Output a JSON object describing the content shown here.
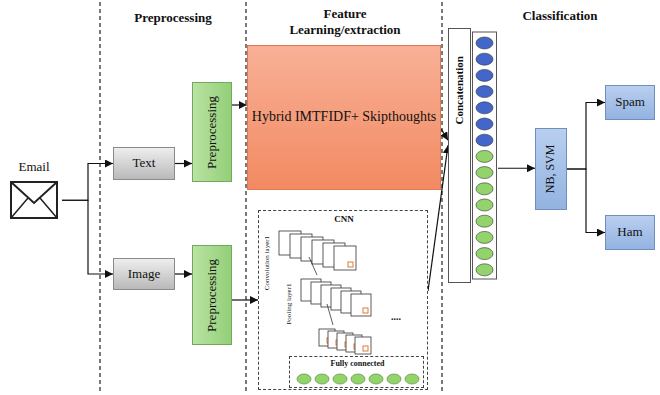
{
  "diagram": {
    "nodes": [
      {
        "text": [
          "Email"
        ]
      },
      {
        "text": [
          "Text"
        ]
      },
      {
        "text": [
          "Preprocessing"
        ]
      },
      {
        "text": [
          "Hybrid IMTFIDF+ Skipthoughts"
        ]
      },
      {
        "text": [
          "Image"
        ]
      },
      {
        "text": [
          "Preprocessing"
        ]
      },
      {
        "text": [
          "CNN",
          "Convolution layer1",
          "Pooling layer1",
          "...."
        ]
      },
      {
        "text": [
          "Fully connected"
        ],
        "in": 6
      },
      {
        "text": [
          "Concatenation"
        ]
      },
      {
        "text": [
          "NB, SVM"
        ]
      },
      {
        "text": [
          "Spam"
        ]
      },
      {
        "text": [
          "Ham"
        ]
      }
    ],
    "edges": [
      {
        "from": 0,
        "to": 1,
        "arrow": "to"
      },
      {
        "from": 0,
        "to": 4,
        "arrow": "to"
      },
      {
        "from": 1,
        "to": 2,
        "arrow": "to"
      },
      {
        "from": 2,
        "to": 3,
        "arrow": "to"
      },
      {
        "from": 4,
        "to": 5,
        "arrow": "to"
      },
      {
        "from": 5,
        "to": 6,
        "arrow": "to"
      },
      {
        "from": 3,
        "to": 8,
        "arrow": "to"
      },
      {
        "from": 6,
        "to": 8,
        "arrow": "to"
      },
      {
        "from": 8,
        "to": 9,
        "arrow": "to"
      },
      {
        "from": 9,
        "to": 10,
        "arrow": "to"
      },
      {
        "from": 9,
        "to": 11,
        "arrow": "to"
      }
    ],
    "labels": [
      "Preprocessing",
      "Feature Learning/extraction",
      "Classification"
    ]
  }
}
